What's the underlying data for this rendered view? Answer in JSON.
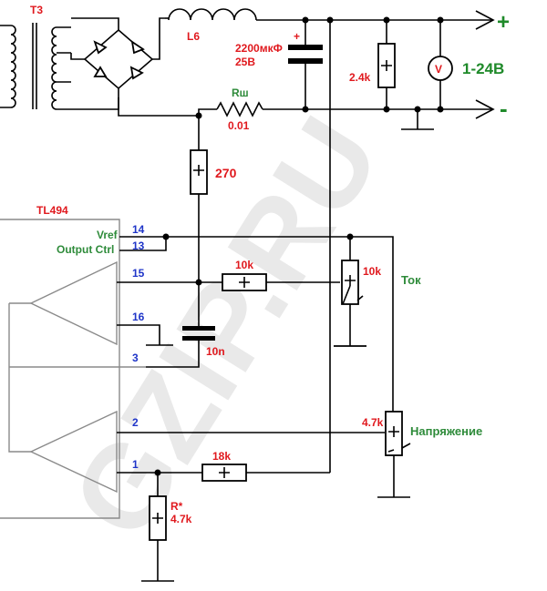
{
  "watermark": "GZIP.RU",
  "labels": {
    "transformer": "T3",
    "inductor": "L6",
    "cap_value": "2200мкФ",
    "cap_voltage": "25В",
    "cap_polarity": "+",
    "shunt_name": "Rш",
    "shunt_value": "0.01",
    "r_bleed": "2.4k",
    "voltmeter": "V",
    "output_range": "1-24В",
    "plus_sign": "+",
    "minus_sign": "-",
    "r_270": "270",
    "ic_name": "TL494",
    "vref": "Vref",
    "output_ctrl": "Output Ctrl",
    "pin_14": "14",
    "pin_13": "13",
    "pin_15": "15",
    "pin_16": "16",
    "pin_3": "3",
    "pin_2": "2",
    "pin_1": "1",
    "r_10k": "10k",
    "pot_10k": "10k",
    "current_label": "Ток",
    "cap_10n": "10n",
    "pot_4k7": "4.7k",
    "voltage_label": "Напряжение",
    "r_18k": "18k",
    "r_star": "R*",
    "r_star_value": "4.7k"
  },
  "colors": {
    "label_red": "#e0191e",
    "label_green": "#2e8b3a",
    "pin_blue": "#1f35c8",
    "ic_outline": "#8a8a8a",
    "watermark": "#e9e9e9"
  }
}
